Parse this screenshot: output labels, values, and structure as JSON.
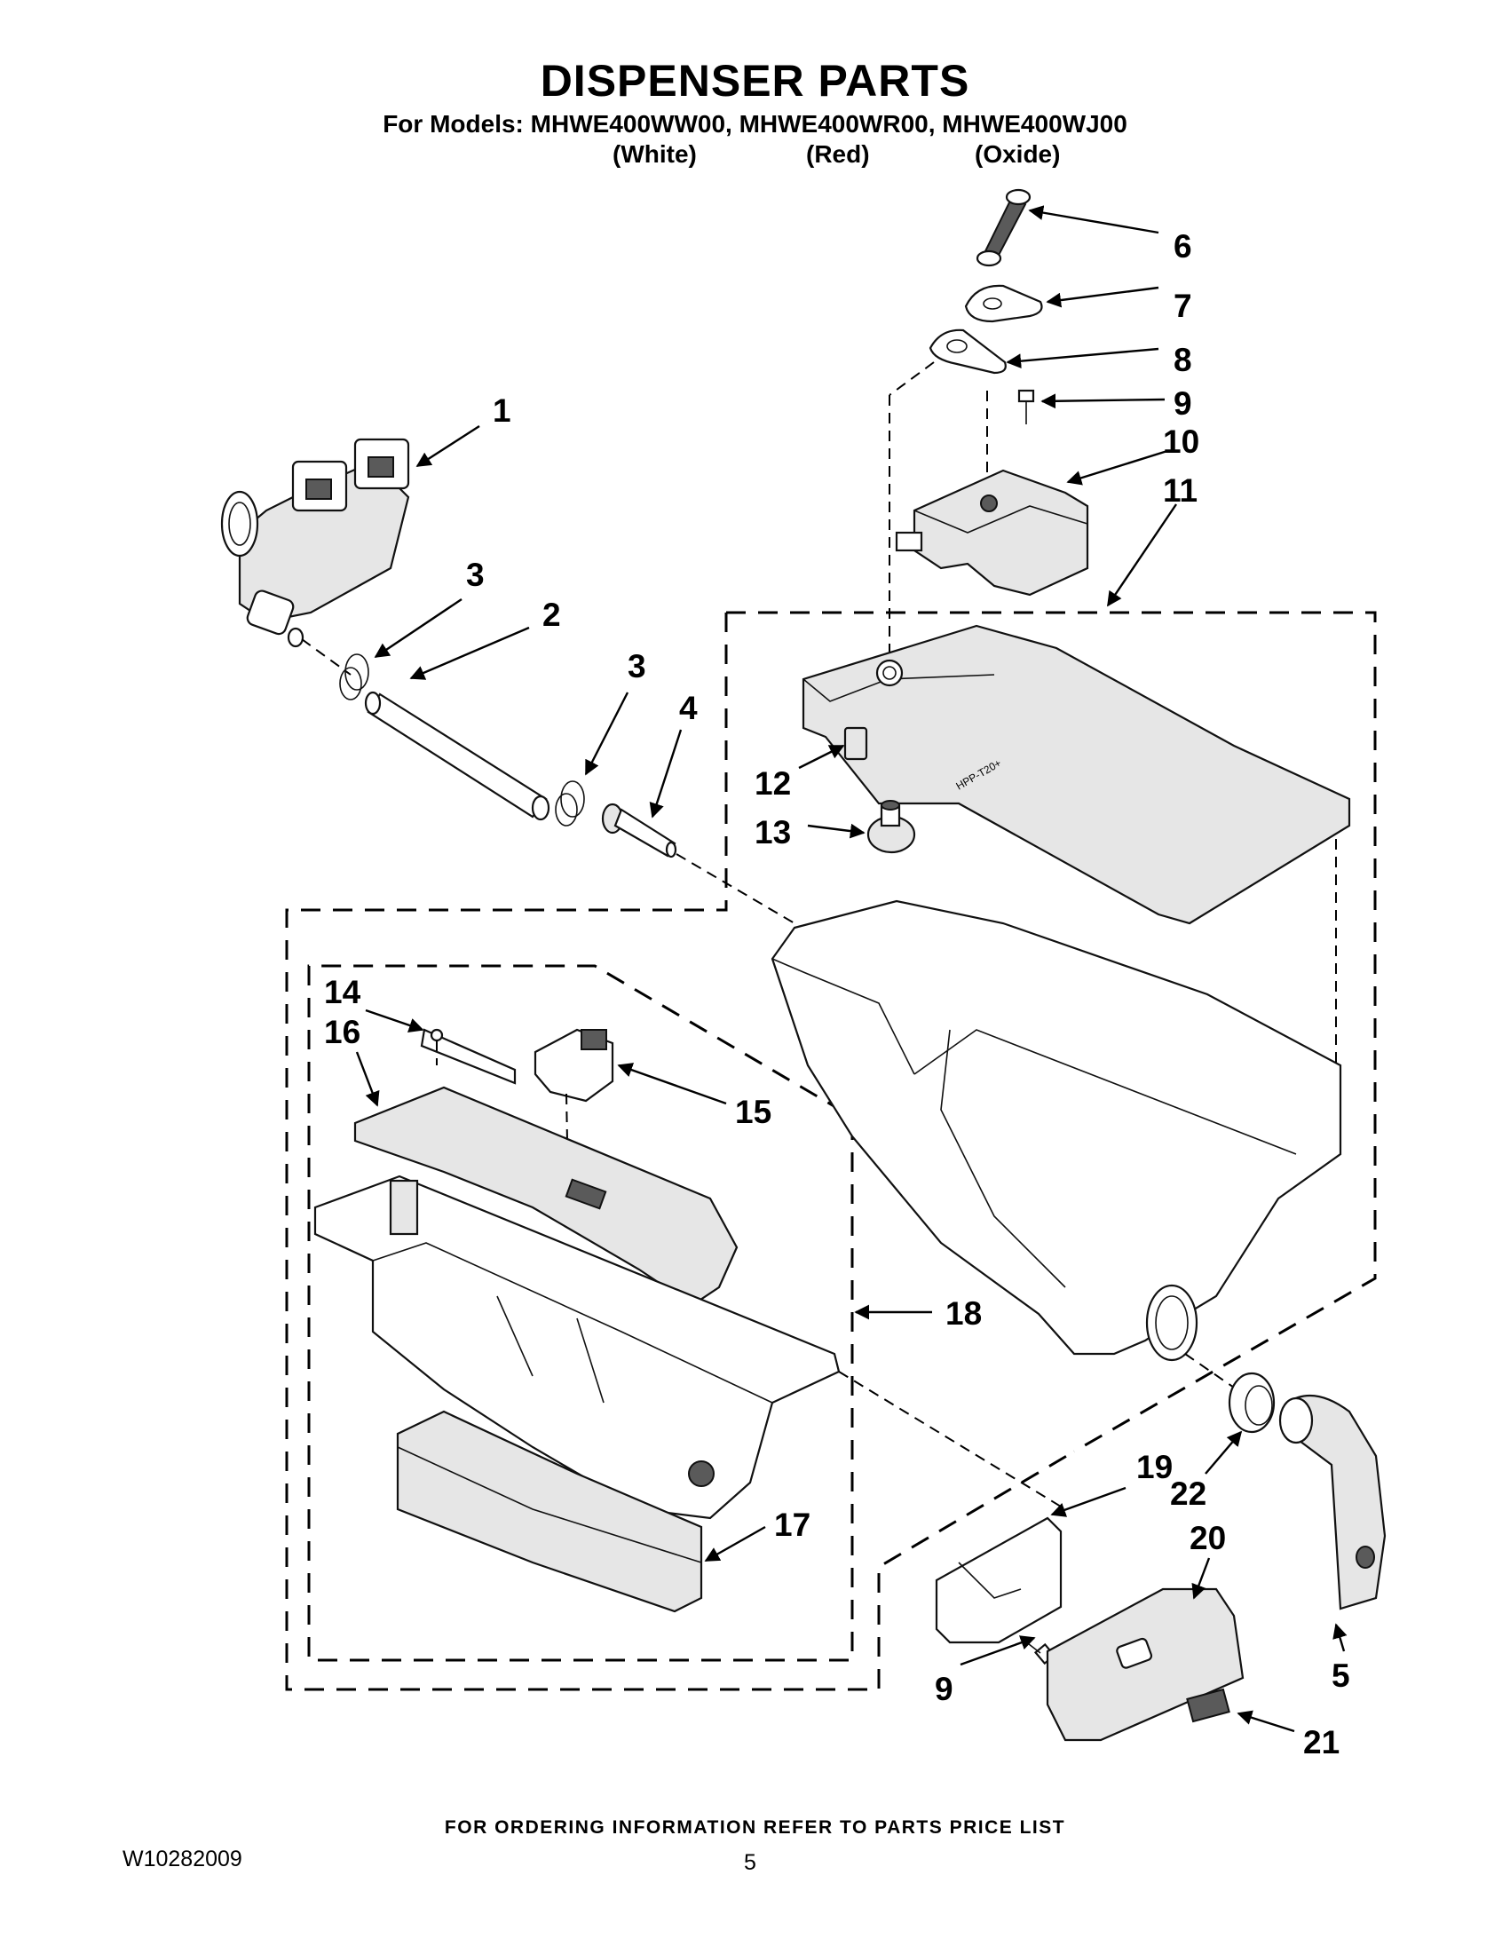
{
  "header": {
    "title": "DISPENSER PARTS",
    "models_line": "For Models: MHWE400WW00, MHWE400WR00, MHWE400WJ00",
    "colors": [
      "(White)",
      "(Red)",
      "(Oxide)"
    ]
  },
  "diagram": {
    "callouts": [
      "1",
      "2",
      "3",
      "3",
      "4",
      "5",
      "6",
      "7",
      "8",
      "9",
      "9",
      "10",
      "11",
      "12",
      "13",
      "14",
      "15",
      "16",
      "17",
      "18",
      "19",
      "20",
      "21",
      "22"
    ]
  },
  "footer": {
    "note": "FOR ORDERING INFORMATION REFER TO PARTS PRICE LIST",
    "doc_number": "W10282009",
    "page_number": "5"
  }
}
